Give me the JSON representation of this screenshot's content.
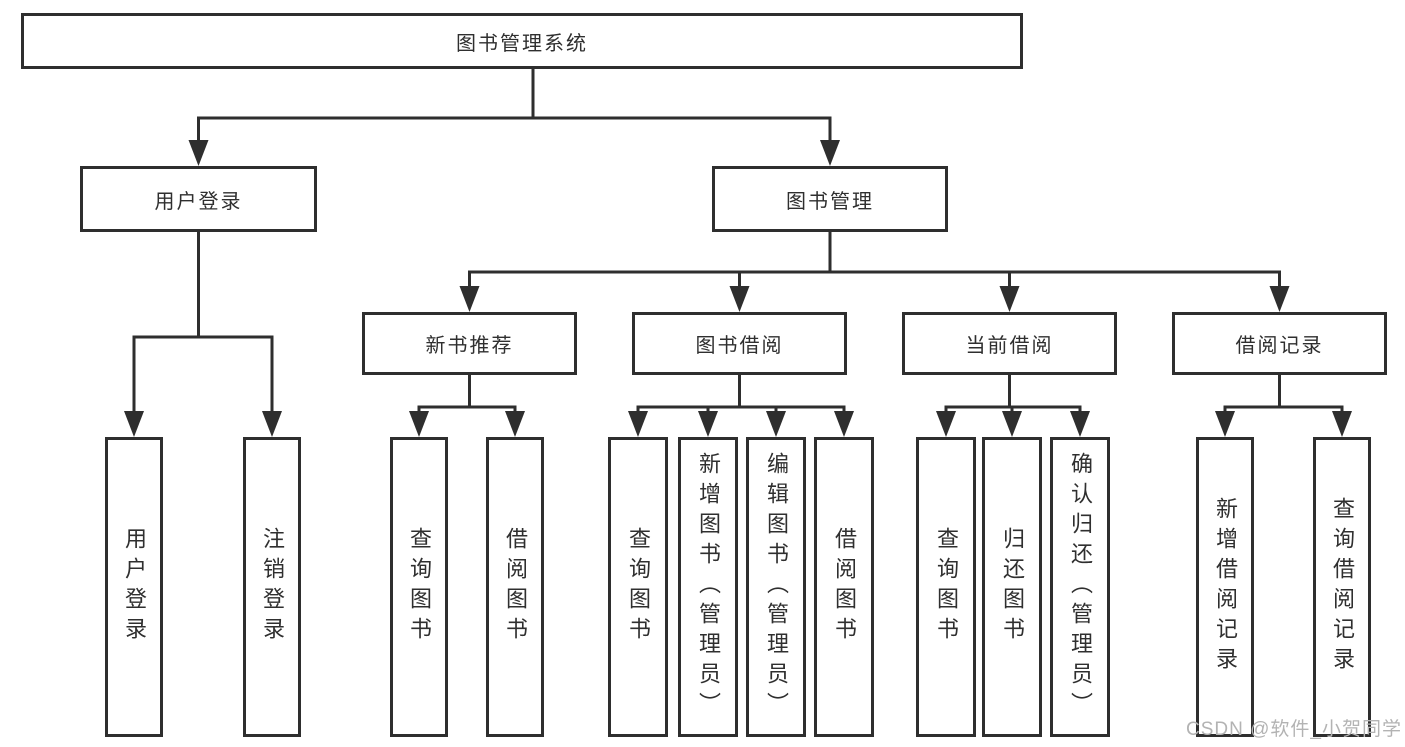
{
  "diagram": {
    "root": {
      "label": "图书管理系统"
    },
    "level2": [
      {
        "id": "user-login",
        "label": "用户登录"
      },
      {
        "id": "book-management",
        "label": "图书管理"
      }
    ],
    "level3": [
      {
        "id": "new-book-recommend",
        "label": "新书推荐"
      },
      {
        "id": "book-borrowing",
        "label": "图书借阅"
      },
      {
        "id": "current-borrowing",
        "label": "当前借阅"
      },
      {
        "id": "borrowing-records",
        "label": "借阅记录"
      }
    ],
    "leaves": {
      "user_login": [
        {
          "label": "用户登录"
        },
        {
          "label": "注销登录"
        }
      ],
      "new_book_recommend": [
        {
          "label": "查询图书"
        },
        {
          "label": "借阅图书"
        }
      ],
      "book_borrowing": [
        {
          "label": "查询图书"
        },
        {
          "label": "新增图书（管理员）"
        },
        {
          "label": "编辑图书（管理员）"
        },
        {
          "label": "借阅图书"
        }
      ],
      "current_borrowing": [
        {
          "label": "查询图书"
        },
        {
          "label": "归还图书"
        },
        {
          "label": "确认归还（管理员）"
        }
      ],
      "borrowing_records": [
        {
          "label": "新增借阅记录"
        },
        {
          "label": "查询借阅记录"
        }
      ]
    }
  },
  "watermark": {
    "text": "CSDN @软件_小贺同学"
  },
  "colors": {
    "line": "#2e2e2e",
    "text": "#2f2f2f",
    "watermark": "#b3b3b3",
    "background": "#ffffff"
  }
}
